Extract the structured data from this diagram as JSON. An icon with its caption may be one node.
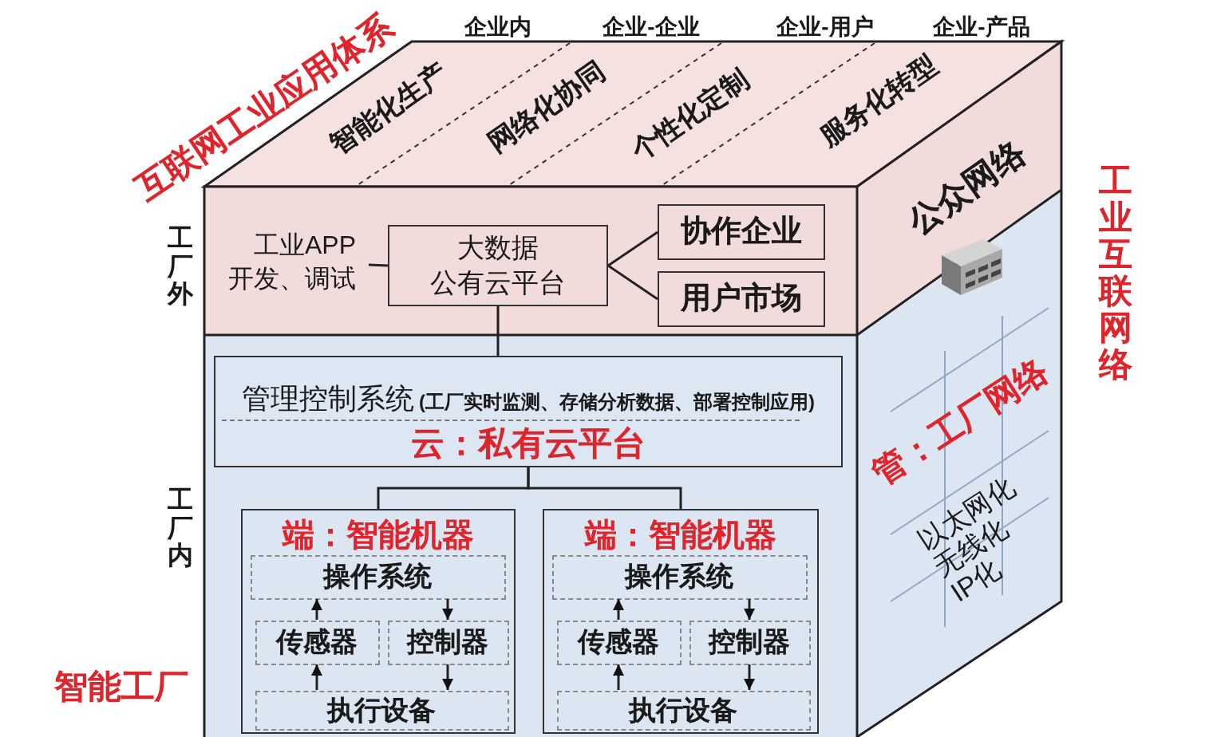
{
  "diagram": {
    "nodes": [
      {
        "text": [
          "工业APP",
          "开发、调试"
        ]
      },
      {
        "text": [
          "大数据",
          "公有云平台"
        ]
      },
      {
        "text": [
          "协作企业"
        ]
      },
      {
        "text": [
          "用户市场"
        ]
      },
      {
        "text": [
          "管理控制系统",
          "(工厂实时监测、存储分析数据、部署控制应用)",
          "云：私有云平台"
        ]
      },
      {
        "text": [
          "端：智能机器"
        ]
      },
      {
        "text": [
          "操作系统"
        ],
        "in": 5
      },
      {
        "text": [
          "传感器"
        ],
        "in": 5
      },
      {
        "text": [
          "控制器"
        ],
        "in": 5
      },
      {
        "text": [
          "执行设备"
        ],
        "in": 5
      },
      {
        "text": [
          "端：智能机器"
        ]
      },
      {
        "text": [
          "操作系统"
        ],
        "in": 10
      },
      {
        "text": [
          "传感器"
        ],
        "in": 10
      },
      {
        "text": [
          "控制器"
        ],
        "in": 10
      },
      {
        "text": [
          "执行设备"
        ],
        "in": 10
      }
    ],
    "edges": [
      {
        "from": 0,
        "to": 1,
        "arrow": "none"
      },
      {
        "from": 1,
        "to": 2,
        "arrow": "none"
      },
      {
        "from": 1,
        "to": 3,
        "arrow": "none"
      },
      {
        "from": 1,
        "to": 4,
        "arrow": "none"
      },
      {
        "from": 4,
        "to": 5,
        "arrow": "none"
      },
      {
        "from": 4,
        "to": 10,
        "arrow": "none"
      },
      {
        "from": 7,
        "to": 6,
        "arrow": "to"
      },
      {
        "from": 6,
        "to": 8,
        "arrow": "to"
      },
      {
        "from": 9,
        "to": 7,
        "arrow": "to"
      },
      {
        "from": 8,
        "to": 9,
        "arrow": "to"
      },
      {
        "from": 12,
        "to": 11,
        "arrow": "to"
      },
      {
        "from": 11,
        "to": 13,
        "arrow": "to"
      },
      {
        "from": 14,
        "to": 12,
        "arrow": "to"
      },
      {
        "from": 13,
        "to": 14,
        "arrow": "to"
      }
    ],
    "labels": [
      "互联网工业应用体系",
      "企业内",
      "企业-企业",
      "企业-用户",
      "企业-产品",
      "智能化生产",
      "网络化协同",
      "个性化定制",
      "服务化转型",
      "公众网络",
      "工厂外",
      "工业互联网络",
      "工厂内",
      "管：工厂网络",
      "以太网化",
      "无线化",
      "IP化",
      "智能工厂"
    ]
  }
}
